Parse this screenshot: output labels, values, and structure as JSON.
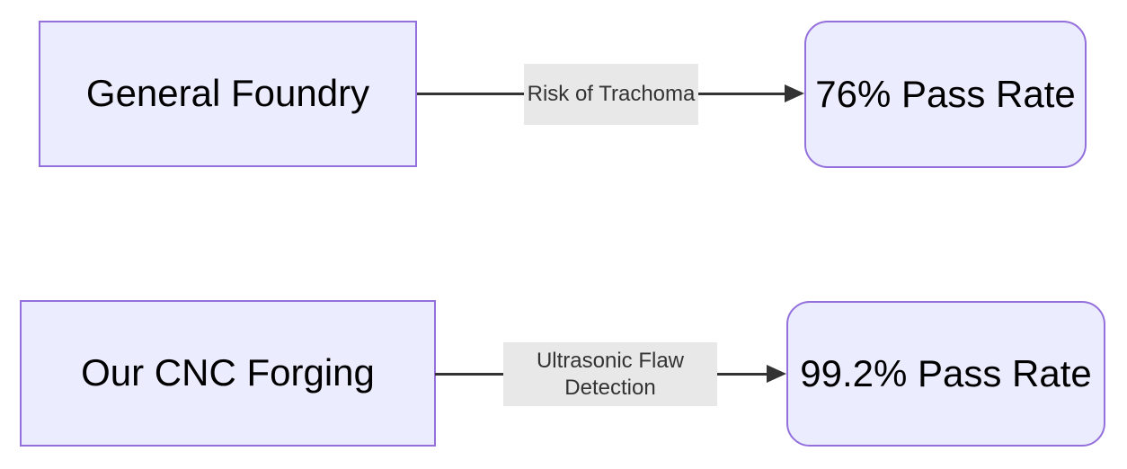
{
  "colors": {
    "background": "#ffffff",
    "node_fill": "#ECECFF",
    "node_border": "#9370DB",
    "node_text": "#000000",
    "edge_line": "#333333",
    "edge_label_bg": "#e8e8e8",
    "edge_label_text": "#333333"
  },
  "flows": [
    {
      "source": "General Foundry",
      "edge_label": "Risk of Trachoma",
      "target": "76% Pass Rate"
    },
    {
      "source": "Our CNC Forging",
      "edge_label": "Ultrasonic Flaw Detection",
      "target": "99.2% Pass Rate"
    }
  ]
}
